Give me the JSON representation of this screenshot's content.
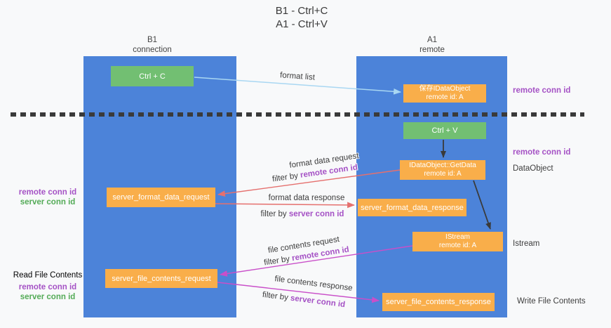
{
  "title": {
    "line1": "B1 - Ctrl+C",
    "line2": "A1 - Ctrl+V"
  },
  "lanes": {
    "left": {
      "name": "B1",
      "subtitle": "connection"
    },
    "right": {
      "name": "A1",
      "subtitle": "remote"
    }
  },
  "nodes": {
    "ctrl_c": "Ctrl + C",
    "ctrl_v": "Ctrl + V",
    "save_obj": {
      "line1": "保存IDataObject",
      "line2": "remote id: A"
    },
    "getdata": {
      "line1": "IDataObject::GetData",
      "line2": "remote id: A"
    },
    "istream": {
      "line1": "IStream",
      "line2": "remote id: A"
    },
    "format_request": "server_format_data_request",
    "format_response": "server_format_data_response",
    "file_request": "server_file_contents_request",
    "file_response": "server_file_contents_response"
  },
  "flow_labels": {
    "format_list": "format list",
    "format_data_request": "format data request",
    "format_data_response": "format data response",
    "file_contents_request": "file contents request",
    "file_contents_response": "file contents response",
    "filter_by": "filter by",
    "remote_conn_id": "remote conn id",
    "server_conn_id": "server conn id"
  },
  "side_labels": {
    "remote_conn_id": "remote conn id",
    "server_conn_id": "server conn id",
    "dataobject": "DataObject",
    "istream": "Istream",
    "read_file_contents": "Read File Contents",
    "write_file_contents": "Write File Contents"
  },
  "colors": {
    "lane_blue": "#4c83d9",
    "box_green": "#72bf72",
    "box_orange": "#f9ae4a",
    "arrow_lightblue": "#a9d7f2",
    "arrow_red": "#e5706e",
    "arrow_magenta": "#c94fc9",
    "arrow_black": "#3a3a3a",
    "text_purple": "#a552c5",
    "text_green": "#54ab57"
  }
}
